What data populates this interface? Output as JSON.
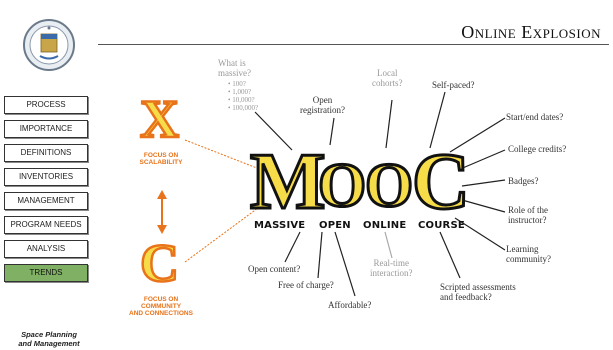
{
  "slide": {
    "title": "Online Explosion"
  },
  "nav": {
    "items": [
      {
        "label": "PROCESS"
      },
      {
        "label": "IMPORTANCE"
      },
      {
        "label": "DEFINITIONS"
      },
      {
        "label": "INVENTORIES"
      },
      {
        "label": "MANAGEMENT"
      },
      {
        "label": "PROGRAM NEEDS"
      },
      {
        "label": "ANALYSIS"
      },
      {
        "label": "TRENDS",
        "active": true
      }
    ]
  },
  "footer": {
    "line1": "Space Planning",
    "line2": "and Management"
  },
  "diagram": {
    "letters": {
      "m": "M",
      "o1": "O",
      "o2": "O",
      "c": "C",
      "x_letter": "X",
      "c_letter": "C"
    },
    "words": {
      "massive": "MASSIVE",
      "open": "OPEN",
      "online": "ONLINE",
      "course": "COURSE"
    },
    "left_captions": {
      "x_line1": "FOCUS ON",
      "x_line2": "SCALABILITY",
      "c_line1": "FOCUS ON",
      "c_line2": "COMMUNITY",
      "c_line3": "AND CONNECTIONS"
    },
    "massive_question": {
      "line1": "What is",
      "line2": "massive?"
    },
    "massive_list": [
      "• 100?",
      "• 1,000?",
      "• 10,000?",
      "• 100,000?"
    ],
    "labels": {
      "open_reg_1": "Open",
      "open_reg_2": "registration?",
      "local_1": "Local",
      "local_2": "cohorts?",
      "self_paced": "Self-paced?",
      "dates": "Start/end dates?",
      "credits": "College credits?",
      "badges": "Badges?",
      "role_1": "Role of the",
      "role_2": "instructor?",
      "learning_1": "Learning",
      "learning_2": "community?",
      "scripted_1": "Scripted assessments",
      "scripted_2": "and feedback?",
      "open_content": "Open content?",
      "free": "Free of charge?",
      "affordable": "Affordable?",
      "realtime_1": "Real-time",
      "realtime_2": "interaction?"
    },
    "colors": {
      "orange": "#e8731a",
      "yellow": "#f7dc4a",
      "active_nav": "#7fb063"
    }
  }
}
